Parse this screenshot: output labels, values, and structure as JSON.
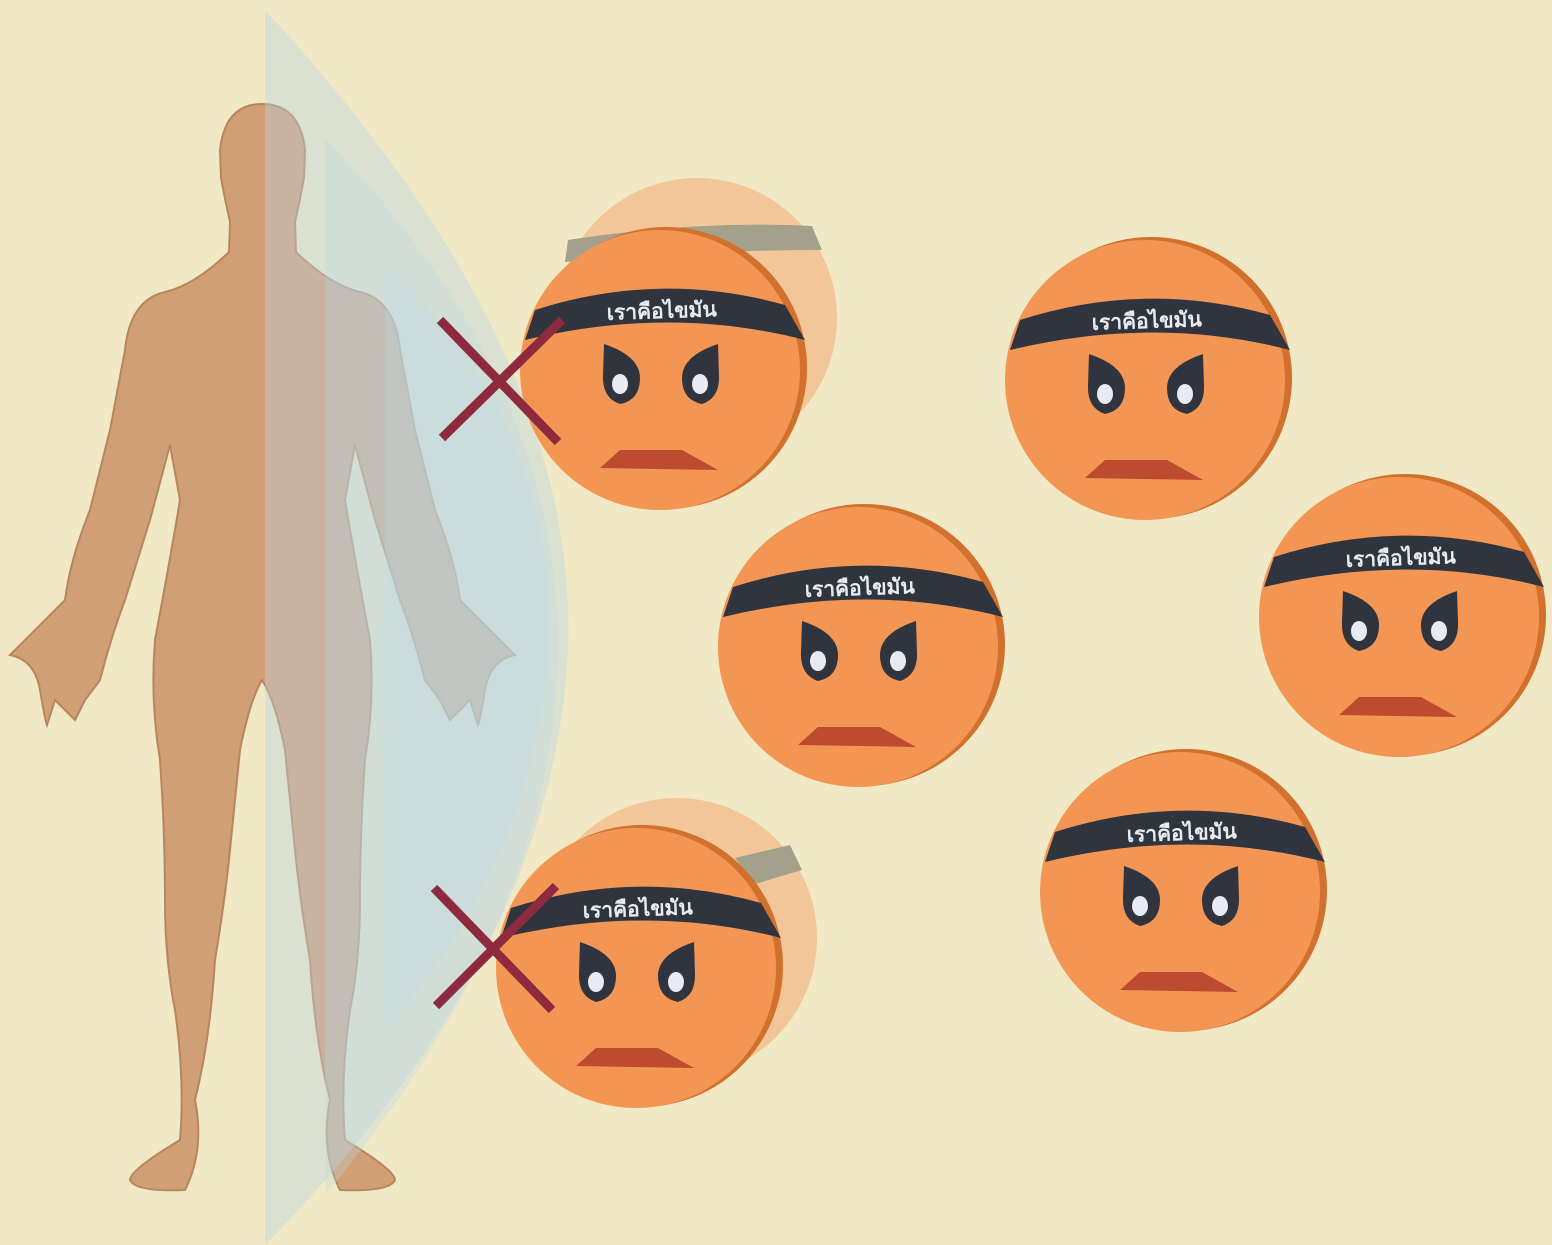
{
  "colors": {
    "background": "#f1e9c6",
    "body": "#d09f75",
    "body_outline": "#b8865c",
    "shield": "#b9d6e4",
    "face": "#f49653",
    "face_rim": "#d2702d",
    "headband": "#30343f",
    "mouth": "#bd4b30",
    "cross": "#8e2a3e"
  },
  "fat_cells": [
    {
      "label": "เราคือไขมัน",
      "blocked": true
    },
    {
      "label": "เราคือไขมัน",
      "blocked": false
    },
    {
      "label": "เราคือไขมัน",
      "blocked": false
    },
    {
      "label": "เราคือไขมัน",
      "blocked": false
    },
    {
      "label": "เราคือไขมัน",
      "blocked": true
    },
    {
      "label": "เราคือไขมัน",
      "blocked": false
    }
  ]
}
